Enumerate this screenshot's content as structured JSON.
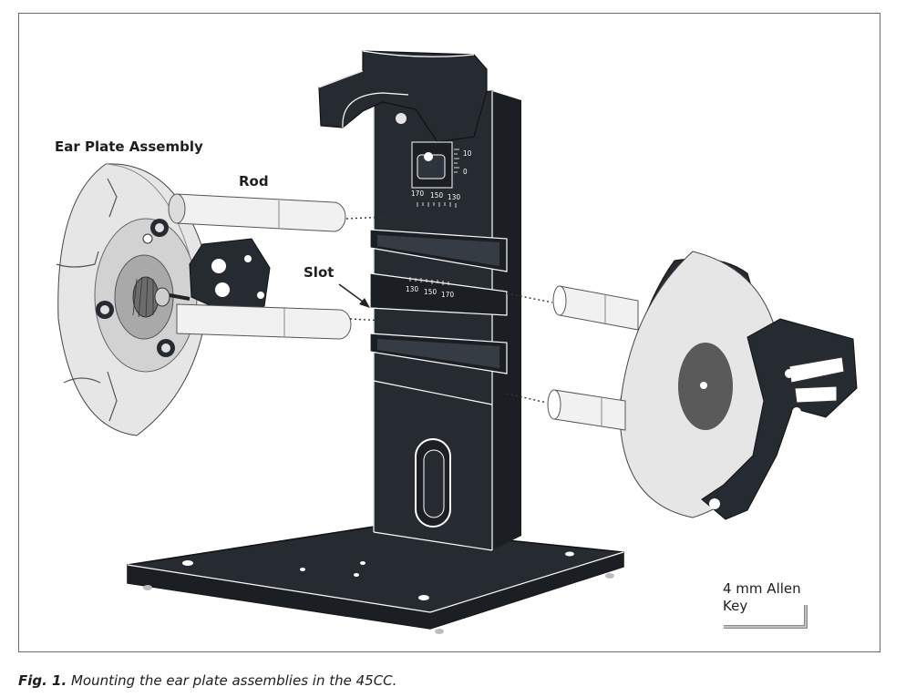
{
  "labels": {
    "ear_plate_assembly": "Ear Plate Assembly",
    "rod": "Rod",
    "slot": "Slot",
    "allen_key_line1": "4 mm Allen",
    "allen_key_line2": "Key"
  },
  "scales": {
    "top_vertical_10": "10",
    "top_vertical_0": "0",
    "upper_horizontal": [
      "170",
      "150",
      "130"
    ],
    "middle_horizontal": [
      "130",
      "150",
      "170"
    ]
  },
  "caption": {
    "prefix": "Fig. 1.",
    "text": "Mounting the ear plate assemblies in the 45CC."
  }
}
